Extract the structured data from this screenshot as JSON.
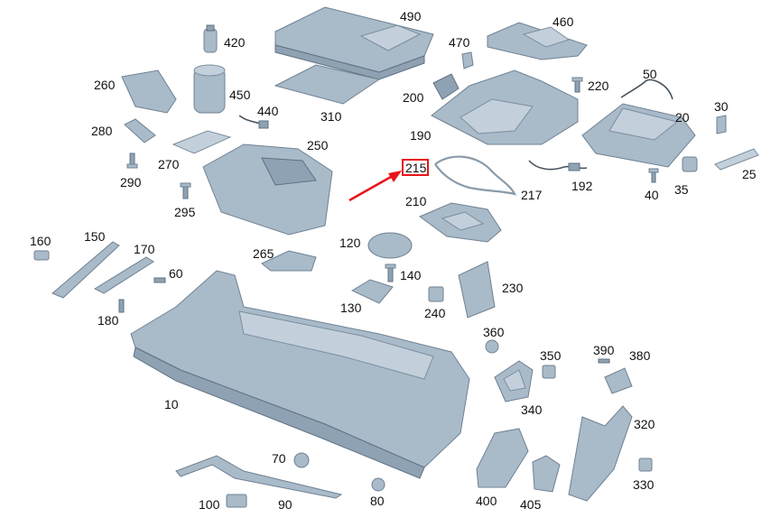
{
  "colors": {
    "part_fill": "#a9bac9",
    "part_stroke": "#6f8293",
    "highlight": "#e8141b"
  },
  "highlighted_part": "215",
  "labels": {
    "p10": "10",
    "p20": "20",
    "p25": "25",
    "p30": "30",
    "p35": "35",
    "p40": "40",
    "p50": "50",
    "p60": "60",
    "p70": "70",
    "p80": "80",
    "p90": "90",
    "p100": "100",
    "p120": "120",
    "p130": "130",
    "p140": "140",
    "p150": "150",
    "p160": "160",
    "p170": "170",
    "p180": "180",
    "p190": "190",
    "p192": "192",
    "p200": "200",
    "p210": "210",
    "p215": "215",
    "p217": "217",
    "p220": "220",
    "p230": "230",
    "p240": "240",
    "p250": "250",
    "p260": "260",
    "p265": "265",
    "p270": "270",
    "p280": "280",
    "p290": "290",
    "p295": "295",
    "p310": "310",
    "p320": "320",
    "p330": "330",
    "p340": "340",
    "p350": "350",
    "p360": "360",
    "p380": "380",
    "p390": "390",
    "p400": "400",
    "p405": "405",
    "p420": "420",
    "p440": "440",
    "p450": "450",
    "p460": "460",
    "p470": "470",
    "p490": "490"
  }
}
